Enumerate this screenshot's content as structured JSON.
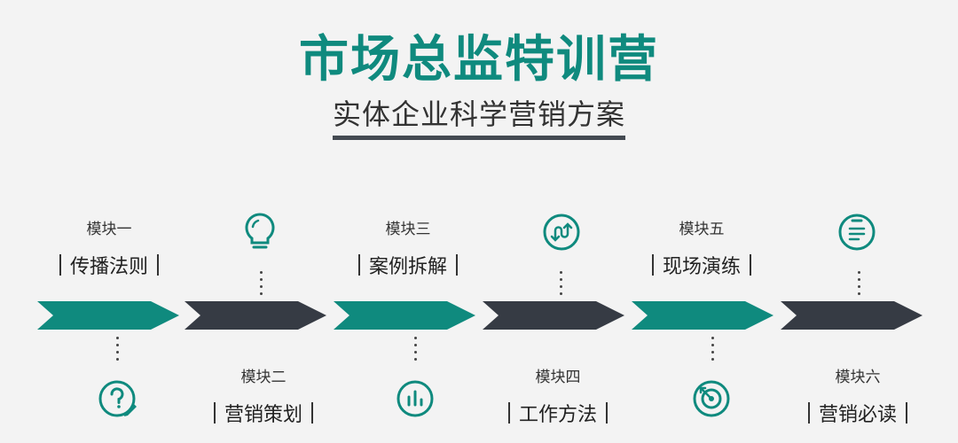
{
  "header": {
    "title": "市场总监特训营",
    "subtitle": "实体企业科学营销方案"
  },
  "colors": {
    "teal": "#0f8a7e",
    "dark": "#363b44",
    "title": "#0f8a7e",
    "subtitle": "#333333",
    "underline": "#444a52"
  },
  "modules": [
    {
      "num": "模块一",
      "name": "传播法则",
      "icon": "question-pen-icon"
    },
    {
      "num": "模块二",
      "name": "营销策划",
      "icon": "lightbulb-icon"
    },
    {
      "num": "模块三",
      "name": "案例拆解",
      "icon": "bar-chart-icon"
    },
    {
      "num": "模块四",
      "name": "工作方法",
      "icon": "arrows-cycle-icon"
    },
    {
      "num": "模块五",
      "name": "现场演练",
      "icon": "target-icon"
    },
    {
      "num": "模块六",
      "name": "营销必读",
      "icon": "clipboard-icon"
    }
  ]
}
